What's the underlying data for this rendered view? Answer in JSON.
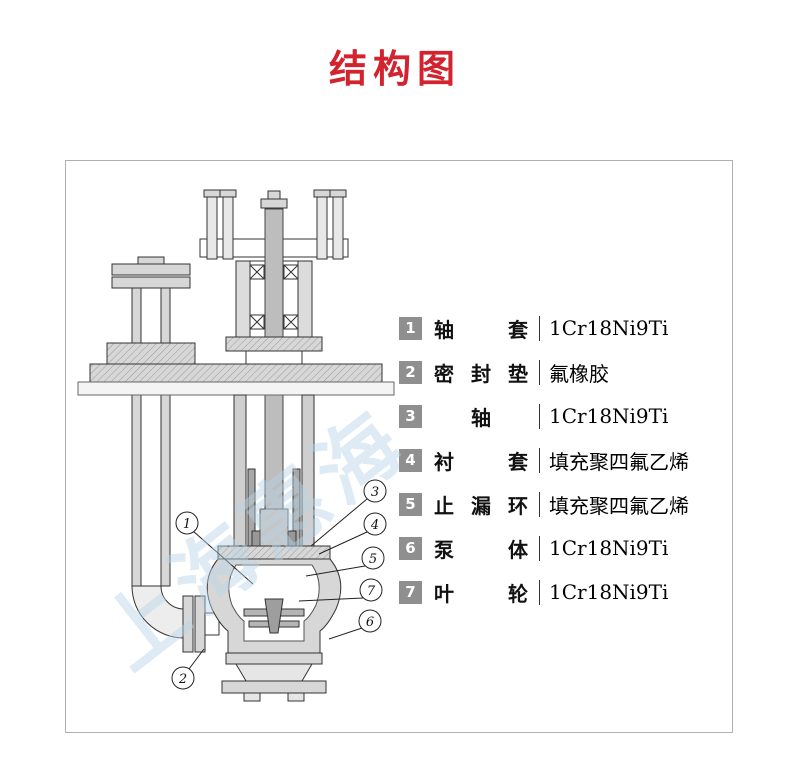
{
  "title": "结构图",
  "watermark": {
    "text": "上海惠海"
  },
  "colors": {
    "title_red": "#d2232f",
    "badge_gray": "#8f8f8f",
    "watermark_blue": "#b9d5e8",
    "border_gray": "#b0b0b0"
  },
  "diagram": {
    "callouts": [
      "1",
      "2",
      "3",
      "4",
      "5",
      "6",
      "7"
    ]
  },
  "parts_table": {
    "rows": [
      {
        "num": "1",
        "name": "轴套",
        "material": "1Cr18Ni9Ti"
      },
      {
        "num": "2",
        "name": "密封垫",
        "material": "氟橡胶"
      },
      {
        "num": "3",
        "name": "轴",
        "material": "1Cr18Ni9Ti"
      },
      {
        "num": "4",
        "name": "衬套",
        "material": "填充聚四氟乙烯"
      },
      {
        "num": "5",
        "name": "止漏环",
        "material": "填充聚四氟乙烯"
      },
      {
        "num": "6",
        "name": "泵体",
        "material": "1Cr18Ni9Ti"
      },
      {
        "num": "7",
        "name": "叶轮",
        "material": "1Cr18Ni9Ti"
      }
    ]
  }
}
